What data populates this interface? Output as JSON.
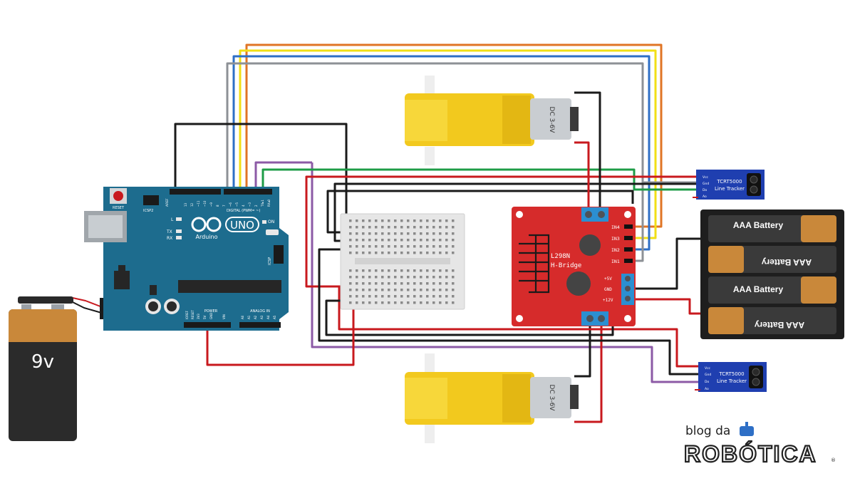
{
  "arduino": {
    "board_name": "UNO",
    "brand": "Arduino",
    "tm": "TM",
    "reset_label": "RESET",
    "icsp2_label": "ICSP2",
    "icsp_label": "ICSP",
    "aref_label": "AREF",
    "gnd_label": "GND",
    "digital_label": "DIGITAL (PWM= ~)",
    "tx_label": "TX",
    "rx_label": "RX",
    "l_label": "L",
    "on_label": "ON",
    "power_label": "POWER",
    "analog_label": "ANALOG IN",
    "ioref_label": "IOREF",
    "reset_pin_label": "RESET",
    "v33_label": "3V3",
    "v5_label": "5V",
    "vin_label": "VIN",
    "a_pins": [
      "A0",
      "A1",
      "A2",
      "A3",
      "A4",
      "A5"
    ],
    "digital_pins": [
      "13",
      "12",
      "~11",
      "~10",
      "~9",
      "8",
      "7",
      "~6",
      "~5",
      "4",
      "~3",
      "2",
      "TX▸1",
      "RX◂0"
    ]
  },
  "battery_9v": {
    "label": "9v"
  },
  "motors": [
    {
      "label": "DC 3-6V"
    },
    {
      "label": "DC 3-6V"
    }
  ],
  "hbridge": {
    "title": "L298N",
    "subtitle": "H-Bridge",
    "inputs": [
      "IN4",
      "IN3",
      "IN2",
      "IN1"
    ],
    "power_labels": [
      "+5V",
      "GND",
      "+12V"
    ]
  },
  "sensors": [
    {
      "title": "TCRT5000",
      "subtitle": "Line Tracker",
      "pins": [
        "Vcc",
        "Gnd",
        "Do",
        "Ao"
      ]
    },
    {
      "title": "TCRT5000",
      "subtitle": "Line Tracker",
      "pins": [
        "Vcc",
        "Gnd",
        "Do",
        "Ao"
      ]
    }
  ],
  "aaa_pack": {
    "cells": [
      "AAA Battery",
      "AAA Battery",
      "AAA Battery",
      "AAA Battery"
    ]
  },
  "logo": {
    "top": "blog da",
    "bottom": "ROBÓTICA",
    "reg": "®"
  },
  "wire_colors": {
    "black": "#1a1a1a",
    "red": "#c8191e",
    "orange": "#e07525",
    "yellow": "#f2df16",
    "blue": "#2e6fc6",
    "gray": "#8d9196",
    "green": "#1e9c47",
    "purple": "#8c5aa6"
  }
}
